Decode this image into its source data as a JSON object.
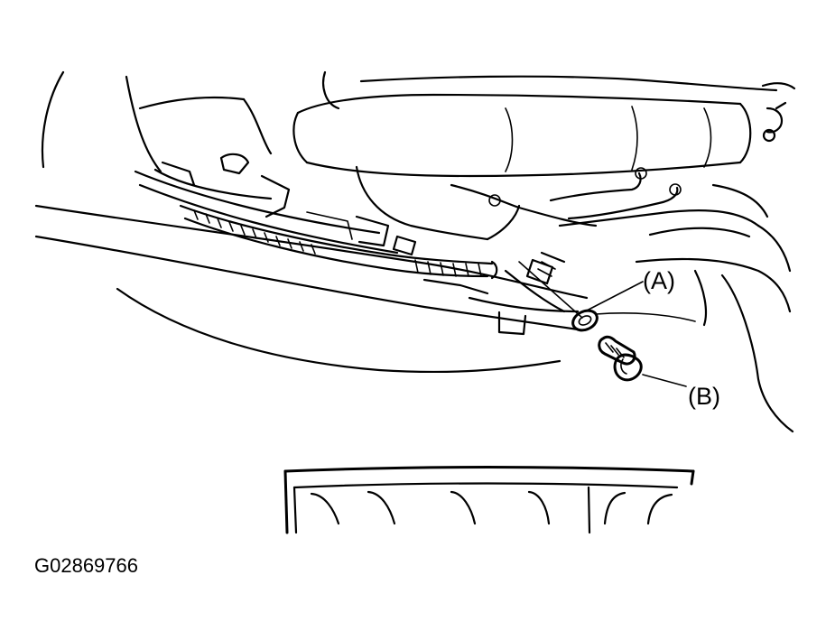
{
  "callouts": {
    "a": {
      "label": "(A)"
    },
    "b": {
      "label": "(B)"
    }
  },
  "figure_code": "G02869766",
  "colors": {
    "ink": "#000000",
    "paper": "#ffffff"
  }
}
